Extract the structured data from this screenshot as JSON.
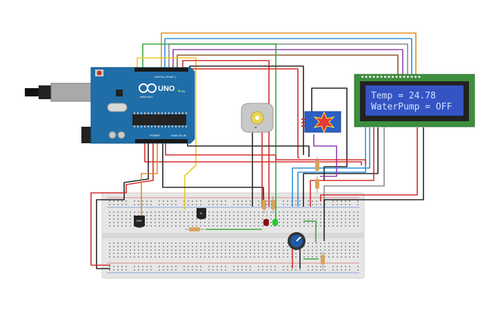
{
  "lcd": {
    "line1": "Temp = 24.78",
    "line2": "WaterPump = OFF"
  },
  "arduino": {
    "model": "UNO",
    "brand": "ARDUINO",
    "digital_label": "DIGITAL (PWM~)",
    "power_label": "POWER",
    "analog_label": "ANALOG IN",
    "on_label": "ON"
  },
  "components": {
    "sensor_label": "TMP",
    "transistor_label": "N",
    "motor_label": "M"
  },
  "colors": {
    "board": "#1f6ea8",
    "lcd_board": "#3d8f3d",
    "lcd_screen": "#3454c4",
    "breadboard": "#e8e8e8",
    "wire_red": "#d42a2a",
    "wire_black": "#222222",
    "wire_orange": "#e08a1e",
    "wire_yellow": "#f0c61e",
    "wire_green": "#3aa63a",
    "wire_blue": "#2b8fd6",
    "wire_purple": "#8e3db0",
    "wire_gray": "#888888"
  }
}
